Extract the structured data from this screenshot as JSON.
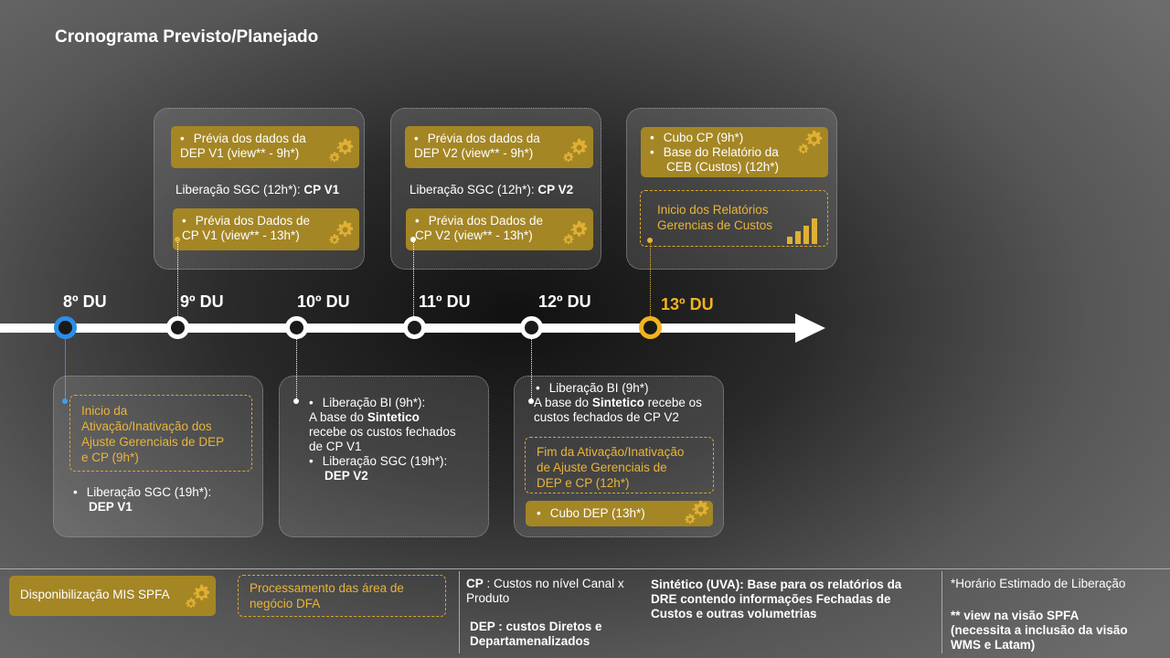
{
  "title": "Cronograma Previsto/Planejado",
  "timeline": {
    "labels": [
      "8º DU",
      "9º DU",
      "10º DU",
      "11º DU",
      "12º DU",
      "13º DU"
    ],
    "highlight_color": "#f2b320",
    "first_color": "#2a8ee8"
  },
  "col9_top": {
    "box1": [
      "Prévia dos dados da",
      "DEP V1 (view** - 9h*)"
    ],
    "mid_text": "Liberação SGC (12h*): ",
    "mid_bold": "CP V1",
    "box2": [
      "Prévia dos Dados de",
      "CP V1 (view** - 13h*)"
    ]
  },
  "col11_top": {
    "box1": [
      "Prévia dos dados da",
      "DEP V2 (view** - 9h*)"
    ],
    "mid_text": "Liberação SGC (12h*): ",
    "mid_bold": "CP V2",
    "box2": [
      "Prévia dos Dados de",
      "CP V2 (view** - 13h*)"
    ]
  },
  "col13_top": {
    "item1": "Cubo CP (9h*)",
    "item2": [
      "Base do Relatório da",
      "CEB (Custos) (12h*)"
    ],
    "outline": [
      "Inicio dos Relatórios",
      "Gerencias de Custos"
    ]
  },
  "col8_bottom": {
    "outline": [
      "Inicio da",
      "Ativação/Inativação  dos",
      "Ajuste Gerenciais de DEP",
      "e CP (9h*)"
    ],
    "item": "Liberação SGC (19h*):",
    "item_bold": "DEP V1"
  },
  "col10_bottom": {
    "item1": "Liberação BI (9h*):",
    "line2_pre": "A base do ",
    "line2_bold": "Sintetico",
    "line3": "recebe os custos fechados",
    "line4": "de CP V1",
    "item2": "Liberação SGC (19h*):",
    "item2_bold": "DEP V2"
  },
  "col12_bottom": {
    "item1": "Liberação BI (9h*)",
    "line2_pre": "A base do ",
    "line2_bold": "Sintetico",
    "line2_post": " recebe os",
    "line3": "custos fechados de CP V2",
    "outline": [
      "Fim da Ativação/Inativação",
      "de Ajuste Gerenciais de",
      "DEP e CP (12h*)"
    ],
    "gold": "Cubo DEP (13h*)"
  },
  "legend": {
    "gold_label": "Disponibilização MIS SPFA",
    "outline_label": [
      "Processamento das área de",
      "negócio DFA"
    ],
    "cp_bold": "CP",
    "cp_text": " : Custos no nível Canal x",
    "cp_text2": "Produto",
    "dep": [
      "DEP : custos Diretos e",
      "Departamenalizados"
    ],
    "sintetico": [
      "Sintético (UVA):  Base para os relatórios da",
      "DRE contendo informações Fechadas de",
      "Custos e outras volumetrias"
    ],
    "note1": "*Horário Estimado de Liberação",
    "note2": [
      "** view na visão SPFA",
      "(necessita a inclusão da visão",
      "WMS e Latam)"
    ]
  }
}
